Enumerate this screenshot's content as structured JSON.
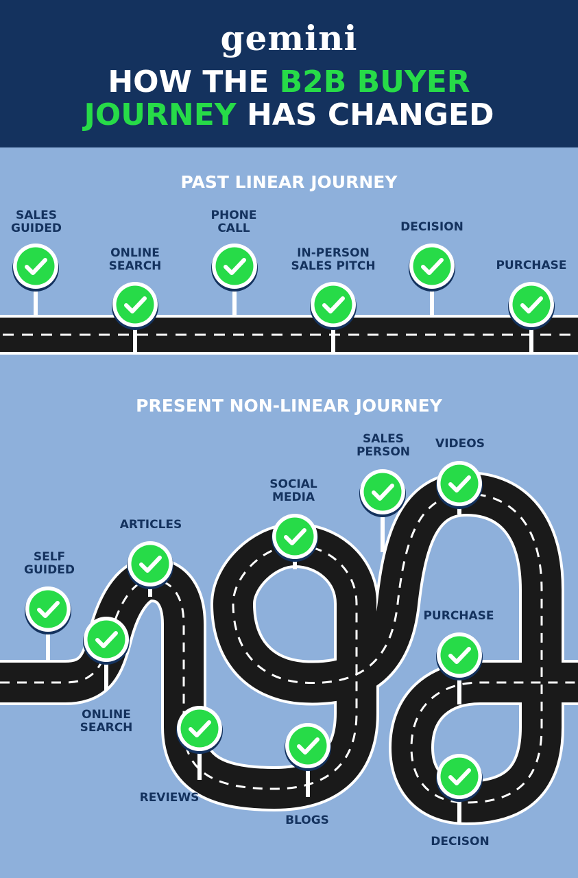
{
  "header": {
    "logo": "gemini",
    "title_line1": {
      "white": "HOW THE ",
      "green": "B2B BUYER"
    },
    "title_line2": {
      "green": "JOURNEY",
      "white": " HAS CHANGED"
    }
  },
  "past": {
    "title": "PAST LINEAR JOURNEY",
    "labels": [
      "SALES\nGUIDED",
      "ONLINE\nSEARCH",
      "PHONE\nCALL",
      "IN-PERSON\nSALES PITCH",
      "DECISION",
      "PURCHASE"
    ]
  },
  "present": {
    "title": "PRESENT NON-LINEAR JOURNEY",
    "labels": {
      "self_guided": "SELF\nGUIDED",
      "online_search": "ONLINE\nSEARCH",
      "articles": "ARTICLES",
      "reviews": "REVIEWS",
      "social_media": "SOCIAL\nMEDIA",
      "blogs": "BLOGS",
      "sales_person": "SALES\nPERSON",
      "videos": "VIDEOS",
      "purchase": "PURCHASE",
      "decison": "DECISON"
    }
  },
  "colors": {
    "navy": "#14325e",
    "sky": "#8eb0db",
    "green": "#27db48",
    "road": "#1a1a1a"
  },
  "icons": {
    "marker": "check-icon"
  }
}
